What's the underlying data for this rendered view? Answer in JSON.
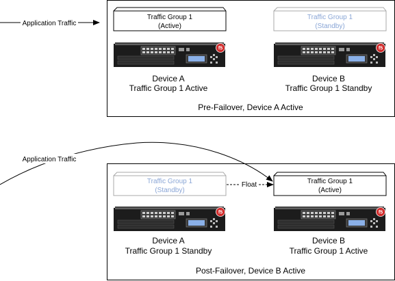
{
  "pre": {
    "caption": "Pre-Failover, Device A Active",
    "incoming_traffic": "Application Traffic",
    "group_a": {
      "name": "Traffic Group 1",
      "state": "(Active)"
    },
    "group_b": {
      "name": "Traffic Group 1",
      "state": "(Standby)"
    },
    "device_a": {
      "name": "Device A",
      "status": "Traffic Group 1 Active"
    },
    "device_b": {
      "name": "Device B",
      "status": "Traffic Group 1 Standby"
    }
  },
  "post": {
    "caption": "Post-Failover, Device B Active",
    "incoming_traffic": "Application Traffic",
    "float_label": "Float",
    "group_a": {
      "name": "Traffic Group 1",
      "state": "(Standby)"
    },
    "group_b": {
      "name": "Traffic Group 1",
      "state": "(Active)"
    },
    "device_a": {
      "name": "Device A",
      "status": "Traffic Group 1 Standby"
    },
    "device_b": {
      "name": "Device B",
      "status": "Traffic Group 1 Active"
    }
  },
  "colors": {
    "active_text": "#000000",
    "standby_text": "#8aa6d6",
    "standby_border": "#a8a8a8",
    "frame": "#000000",
    "device_body": "#1c1c1c",
    "brand_red": "#d12a2a",
    "display_blue": "#8ab0e8"
  },
  "icons": {
    "device": "load-balancer-appliance-icon",
    "logo": "f5-logo-icon"
  }
}
